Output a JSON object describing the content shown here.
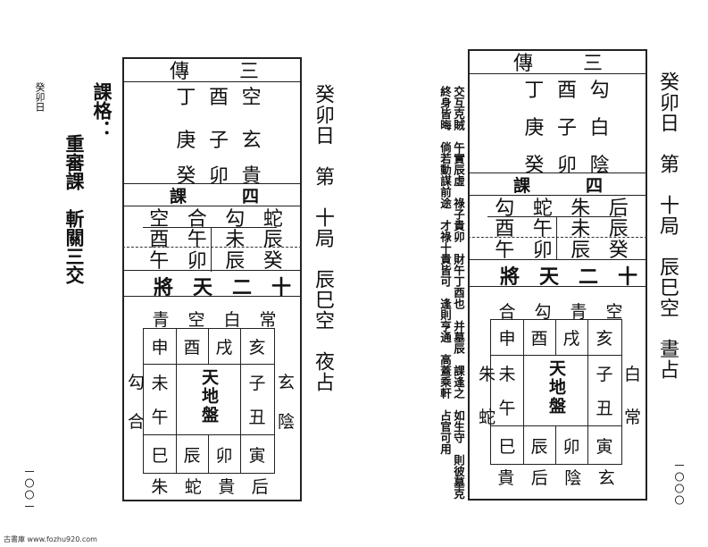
{
  "left_page": {
    "header": "癸卯日",
    "side_title": "課格：",
    "side_body": "重審課　斬關三交",
    "right_col": "癸卯日　第　十局　辰巳空　夜占",
    "san_chuan_title": [
      "傳",
      "三"
    ],
    "san_chuan": [
      [
        "丁",
        "酉",
        "空"
      ],
      [
        "庚",
        "子",
        "玄"
      ],
      [
        "癸",
        "卯",
        "貴"
      ]
    ],
    "si_ke_title": [
      "課",
      "四"
    ],
    "ke_gods": [
      "空",
      "合",
      "勾",
      "蛇"
    ],
    "ke_top": [
      "酉",
      "午",
      "未",
      "辰"
    ],
    "ke_bottom": [
      "午",
      "卯",
      "辰",
      "癸"
    ],
    "jiang": "將　天　二　十",
    "gods_top": [
      "青",
      "空",
      "白",
      "常"
    ],
    "gods_bottom": [
      "朱",
      "蛇",
      "貴",
      "后"
    ],
    "gods_left": [
      "勾",
      "合"
    ],
    "gods_right": [
      "玄",
      "陰"
    ],
    "branches_top": [
      "申",
      "酉",
      "戌",
      "亥"
    ],
    "branches_bottom": [
      "巳",
      "辰",
      "卯",
      "寅"
    ],
    "branches_left": [
      "未",
      "午"
    ],
    "branches_right": [
      "子",
      "丑"
    ],
    "center": [
      "天",
      "地",
      "盤"
    ],
    "page_num": "一〇〇一"
  },
  "right_page": {
    "right_col": "癸卯日　第　十局　辰巳空　晝占",
    "commentary": [
      "交互克賊　午實辰虛　祿子貴卯　財午丁酉也　并墓辰　課逢之　如生守　則彼墓克",
      "終身皆晦　倘若動謀前途　才祿十貴皆可　逢則亨通　高蓋乘軒　占官可用"
    ],
    "san_chuan_title": [
      "傳",
      "三"
    ],
    "san_chuan": [
      [
        "丁",
        "酉",
        "勾"
      ],
      [
        "庚",
        "子",
        "白"
      ],
      [
        "癸",
        "卯",
        "陰"
      ]
    ],
    "si_ke_title": [
      "課",
      "四"
    ],
    "ke_gods": [
      "勾",
      "蛇",
      "朱",
      "后"
    ],
    "ke_top": [
      "酉",
      "午",
      "未",
      "辰"
    ],
    "ke_bottom": [
      "午",
      "卯",
      "辰",
      "癸"
    ],
    "jiang": "將　天　二　十",
    "gods_top": [
      "合",
      "勾",
      "青",
      "空"
    ],
    "gods_bottom": [
      "貴",
      "后",
      "陰",
      "玄"
    ],
    "gods_left": [
      "朱",
      "蛇"
    ],
    "gods_right": [
      "白",
      "常"
    ],
    "branches_top": [
      "申",
      "酉",
      "戌",
      "亥"
    ],
    "branches_bottom": [
      "巳",
      "辰",
      "卯",
      "寅"
    ],
    "branches_left": [
      "未",
      "午"
    ],
    "branches_right": [
      "子",
      "丑"
    ],
    "center": [
      "天",
      "地",
      "盤"
    ],
    "page_num": "一〇〇〇"
  },
  "footer": "古書庫 www.fozhu920.com"
}
